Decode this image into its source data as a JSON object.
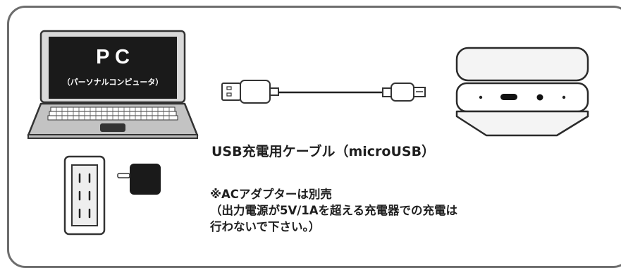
{
  "laptop": {
    "screen_title": "P C",
    "screen_subtitle": "（パーソナルコンピュータ）"
  },
  "cable": {
    "label": "USB充電用ケーブル（microUSB）"
  },
  "notes": {
    "line1": "※ACアダプターは別売",
    "line2": "（出力電源が5V/1Aを超える充電器での充電は",
    "line3": "行わないで下さい。）"
  },
  "colors": {
    "frame": "#6d6d6d",
    "screen": "#1a1a1a",
    "device_fill": "#f4f4f4",
    "outline": "#2a2a2a",
    "laptop_gray": "#b9b9b9"
  }
}
